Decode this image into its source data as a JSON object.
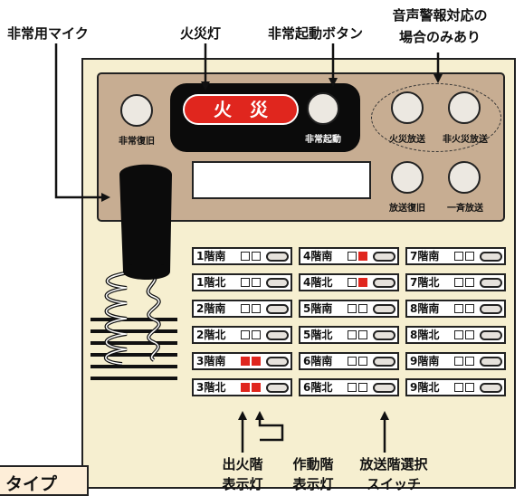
{
  "callouts": {
    "mic": "非常用マイク",
    "fire_lamp": "火災灯",
    "emergency_start_button": "非常起動ボタン",
    "voice_alarm_note_line1": "音声警報対応の",
    "voice_alarm_note_line2": "場合のみあり",
    "fire_floor_lamp_line1": "出火階",
    "fire_floor_lamp_line2": "表示灯",
    "active_floor_lamp_line1": "作動階",
    "active_floor_lamp_line2": "表示灯",
    "broadcast_switch_line1": "放送階選択",
    "broadcast_switch_line2": "スイッチ"
  },
  "panel": {
    "fire_lamp_text": "火　災",
    "buttons": {
      "emergency_reset": "非常復旧",
      "emergency_start": "非常起動",
      "fire_broadcast": "火災放送",
      "non_fire_broadcast": "非火災放送",
      "broadcast_reset": "放送復旧",
      "all_broadcast": "一斉放送"
    },
    "floors": [
      {
        "label": "1階南",
        "fire": false,
        "active": false
      },
      {
        "label": "1階北",
        "fire": false,
        "active": false
      },
      {
        "label": "2階南",
        "fire": false,
        "active": false
      },
      {
        "label": "2階北",
        "fire": false,
        "active": false
      },
      {
        "label": "3階南",
        "fire": true,
        "active": true
      },
      {
        "label": "3階北",
        "fire": true,
        "active": true
      },
      {
        "label": "4階南",
        "fire": false,
        "active": true
      },
      {
        "label": "4階北",
        "fire": false,
        "active": true
      },
      {
        "label": "5階南",
        "fire": false,
        "active": false
      },
      {
        "label": "5階北",
        "fire": false,
        "active": false
      },
      {
        "label": "6階南",
        "fire": false,
        "active": false
      },
      {
        "label": "6階北",
        "fire": false,
        "active": false
      },
      {
        "label": "7階南",
        "fire": false,
        "active": false
      },
      {
        "label": "7階北",
        "fire": false,
        "active": false
      },
      {
        "label": "8階南",
        "fire": false,
        "active": false
      },
      {
        "label": "8階北",
        "fire": false,
        "active": false
      },
      {
        "label": "9階南",
        "fire": false,
        "active": false
      },
      {
        "label": "9階北",
        "fire": false,
        "active": false
      }
    ]
  },
  "footer_tab": "タイプ",
  "colors": {
    "panel_outer": "#f6efd0",
    "panel_upper": "#c7ad92",
    "fire_red": "#e0261e",
    "outline": "#222222"
  }
}
